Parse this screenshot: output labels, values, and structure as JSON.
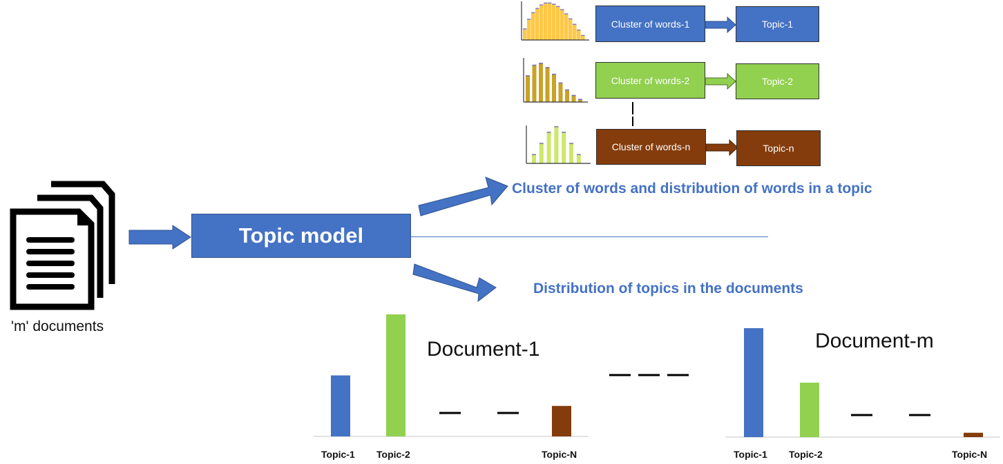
{
  "input": {
    "label": "'m' documents",
    "icon": "documents-stack-icon"
  },
  "model": {
    "label": "Topic model"
  },
  "outputs": {
    "words_caption": "Cluster of words and distribution of words in a topic",
    "topics_caption": "Distribution of topics in the documents"
  },
  "clusters": [
    {
      "cluster_label": "Cluster of words-1",
      "topic_label": "Topic-1",
      "color": "#4472c4",
      "hist_color": "#ffc845"
    },
    {
      "cluster_label": "Cluster of words-2",
      "topic_label": "Topic-2",
      "color": "#92d050",
      "hist_color": "#c9a227"
    },
    {
      "cluster_label": "Cluster of words-n",
      "topic_label": "Topic-n",
      "color": "#843c0c",
      "hist_color": "#cde86a"
    }
  ],
  "colors": {
    "blue": "#4472c4",
    "green": "#92d050",
    "brown": "#843c0c",
    "caption": "#4472c4"
  },
  "chart_data": [
    {
      "type": "bar",
      "title": "Document-1",
      "categories": [
        "Topic-1",
        "Topic-2",
        "",
        "",
        "Topic-N"
      ],
      "values": [
        0.5,
        1.0,
        null,
        null,
        0.25
      ],
      "colors": [
        "#4472c4",
        "#92d050",
        null,
        null,
        "#843c0c"
      ],
      "ellipsis_markers": 2,
      "xlabel": "",
      "ylabel": "",
      "ylim": [
        0,
        1
      ]
    },
    {
      "type": "bar",
      "title": "Document-m",
      "categories": [
        "Topic-1",
        "Topic-2",
        "",
        "",
        "Topic-N"
      ],
      "values": [
        1.0,
        0.5,
        null,
        null,
        0.04
      ],
      "colors": [
        "#4472c4",
        "#92d050",
        null,
        null,
        "#843c0c"
      ],
      "ellipsis_markers": 2,
      "xlabel": "",
      "ylabel": "",
      "ylim": [
        0,
        1
      ]
    },
    {
      "type": "bar",
      "title": "Word distribution Topic-1",
      "values": [
        0.3,
        0.55,
        0.72,
        0.83,
        0.92,
        0.97,
        0.97,
        0.94,
        0.88,
        0.8,
        0.69,
        0.56,
        0.42,
        0.27,
        0.13
      ],
      "ylim": [
        0,
        1
      ]
    },
    {
      "type": "bar",
      "title": "Word distribution Topic-2",
      "values": [
        0.68,
        0.95,
        1.0,
        0.89,
        0.72,
        0.5,
        0.32,
        0.18,
        0.08
      ],
      "ylim": [
        0,
        1
      ]
    },
    {
      "type": "bar",
      "title": "Word distribution Topic-n",
      "values": [
        0.25,
        0.55,
        0.85,
        1.0,
        0.85,
        0.55,
        0.25
      ],
      "ylim": [
        0,
        1
      ]
    }
  ]
}
